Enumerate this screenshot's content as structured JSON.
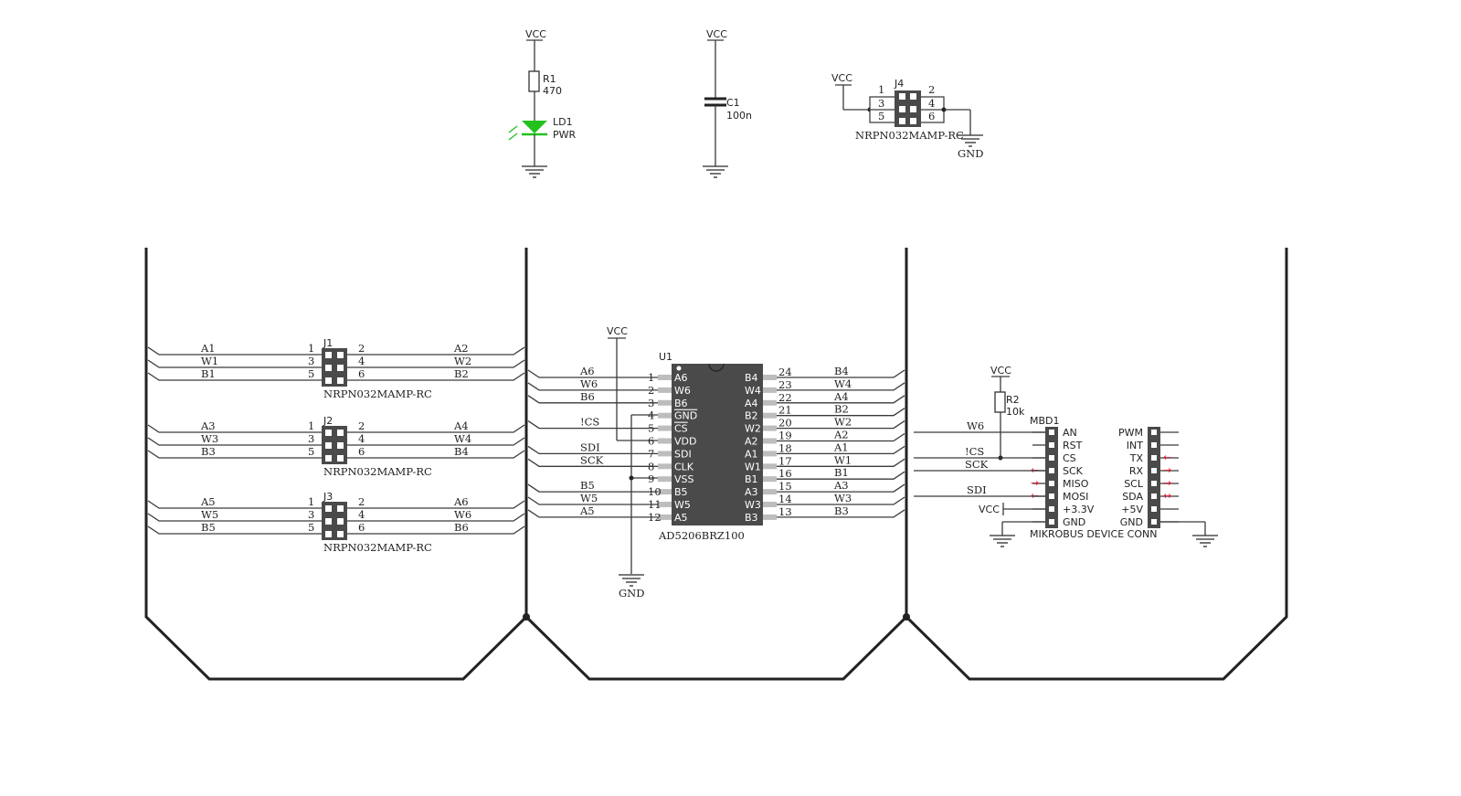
{
  "power": {
    "vcc": "VCC",
    "gnd": "GND",
    "r1": {
      "ref": "R1",
      "value": "470"
    },
    "ld1": {
      "ref": "LD1",
      "value": "PWR"
    },
    "c1": {
      "ref": "C1",
      "value": "100n"
    },
    "r2": {
      "ref": "R2",
      "value": "10k"
    }
  },
  "j4": {
    "ref": "J4",
    "part": "NRPN032MAMP-RC",
    "pins": [
      "1",
      "2",
      "3",
      "4",
      "5",
      "6"
    ]
  },
  "jumpers": [
    {
      "ref": "J1",
      "part": "NRPN032MAMP-RC",
      "left": [
        "A1",
        "W1",
        "B1"
      ],
      "right": [
        "A2",
        "W2",
        "B2"
      ],
      "lpins": [
        "1",
        "3",
        "5"
      ],
      "rpins": [
        "2",
        "4",
        "6"
      ]
    },
    {
      "ref": "J2",
      "part": "NRPN032MAMP-RC",
      "left": [
        "A3",
        "W3",
        "B3"
      ],
      "right": [
        "A4",
        "W4",
        "B4"
      ],
      "lpins": [
        "1",
        "3",
        "5"
      ],
      "rpins": [
        "2",
        "4",
        "6"
      ]
    },
    {
      "ref": "J3",
      "part": "NRPN032MAMP-RC",
      "left": [
        "A5",
        "W5",
        "B5"
      ],
      "right": [
        "A6",
        "W6",
        "B6"
      ],
      "lpins": [
        "1",
        "3",
        "5"
      ],
      "rpins": [
        "2",
        "4",
        "6"
      ]
    }
  ],
  "u1": {
    "ref": "U1",
    "part": "AD5206BRZ100",
    "left_pins": [
      {
        "num": "1",
        "name": "A6",
        "net": "A6"
      },
      {
        "num": "2",
        "name": "W6",
        "net": "W6"
      },
      {
        "num": "3",
        "name": "B6",
        "net": "B6"
      },
      {
        "num": "4",
        "name": "GND",
        "net": ""
      },
      {
        "num": "5",
        "name": "CS",
        "net": "!CS"
      },
      {
        "num": "6",
        "name": "VDD",
        "net": ""
      },
      {
        "num": "7",
        "name": "SDI",
        "net": "SDI"
      },
      {
        "num": "8",
        "name": "CLK",
        "net": "SCK"
      },
      {
        "num": "9",
        "name": "VSS",
        "net": ""
      },
      {
        "num": "10",
        "name": "B5",
        "net": "B5"
      },
      {
        "num": "11",
        "name": "W5",
        "net": "W5"
      },
      {
        "num": "12",
        "name": "A5",
        "net": "A5"
      }
    ],
    "right_pins": [
      {
        "num": "24",
        "name": "B4",
        "net": "B4"
      },
      {
        "num": "23",
        "name": "W4",
        "net": "W4"
      },
      {
        "num": "22",
        "name": "A4",
        "net": "A4"
      },
      {
        "num": "21",
        "name": "B2",
        "net": "B2"
      },
      {
        "num": "20",
        "name": "W2",
        "net": "W2"
      },
      {
        "num": "19",
        "name": "A2",
        "net": "A2"
      },
      {
        "num": "18",
        "name": "A1",
        "net": "A1"
      },
      {
        "num": "17",
        "name": "W1",
        "net": "W1"
      },
      {
        "num": "16",
        "name": "B1",
        "net": "B1"
      },
      {
        "num": "15",
        "name": "A3",
        "net": "A3"
      },
      {
        "num": "14",
        "name": "W3",
        "net": "W3"
      },
      {
        "num": "13",
        "name": "B3",
        "net": "B3"
      }
    ]
  },
  "mbd1": {
    "ref": "MBD1",
    "part": "MIKROBUS DEVICE CONN",
    "left": [
      "AN",
      "RST",
      "CS",
      "SCK",
      "MISO",
      "MOSI",
      "+3.3V",
      "GND"
    ],
    "right": [
      "PWM",
      "INT",
      "TX",
      "RX",
      "SCL",
      "SDA",
      "+5V",
      "GND"
    ],
    "left_arrows": [
      "",
      "",
      "",
      "←",
      "→",
      "←",
      "",
      ""
    ],
    "right_arrows": [
      "",
      "",
      "←",
      "→",
      "→",
      "↔",
      "",
      ""
    ],
    "nets": {
      "an": "W6",
      "cs": "!CS",
      "sck": "SCK",
      "mosi": "SDI",
      "v33": "VCC"
    }
  },
  "colors": {
    "wire": "#3a3a3a",
    "bus": "#222222",
    "chip": "#4a4a4a",
    "led": "#22c11d",
    "arrow": "#e0102a"
  }
}
